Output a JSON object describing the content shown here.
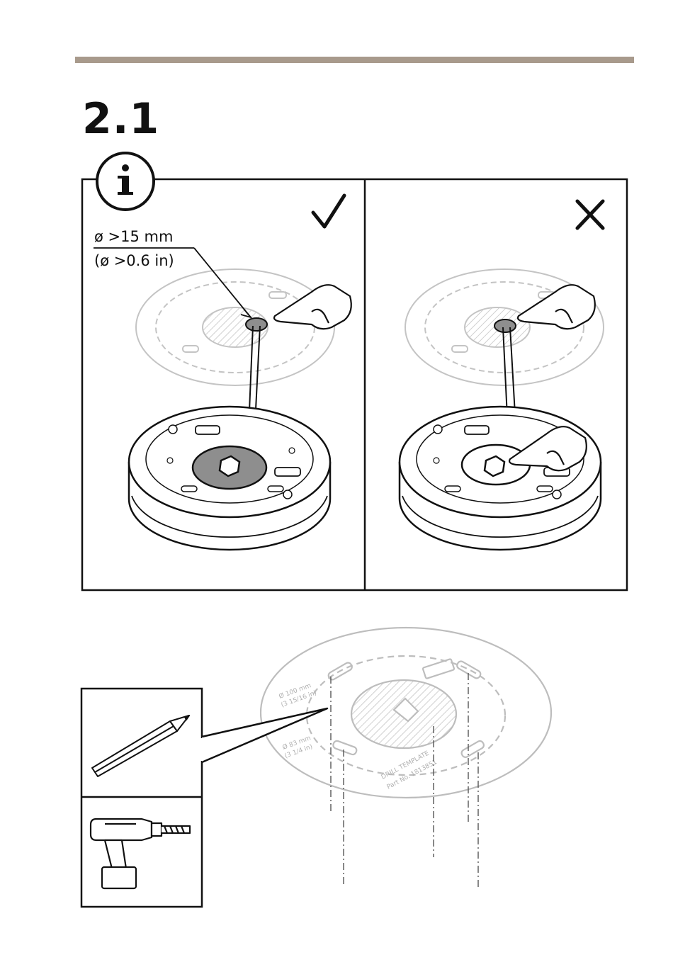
{
  "header": {
    "step_number": "2.1"
  },
  "info_panel": {
    "good_example": {
      "dimension_mm": "ø >15 mm",
      "dimension_in": "(ø >0.6 in)"
    },
    "bad_example": {}
  },
  "template": {
    "line1a": "Ø 100 mm",
    "line1b": "(3 15/16 in)",
    "line2a": "Ø 83 mm",
    "line2b": "(3 1/4 in)",
    "title": "DRILL TEMPLATE",
    "part": "Part No. 1813851"
  },
  "colors": {
    "top_bar": "#a89a8c",
    "template_gray": "#b8b8b8",
    "dark_fill": "#8e8e8e"
  },
  "icons": [
    "info-icon",
    "checkmark-icon",
    "cross-icon",
    "pencil-icon",
    "drill-icon"
  ]
}
